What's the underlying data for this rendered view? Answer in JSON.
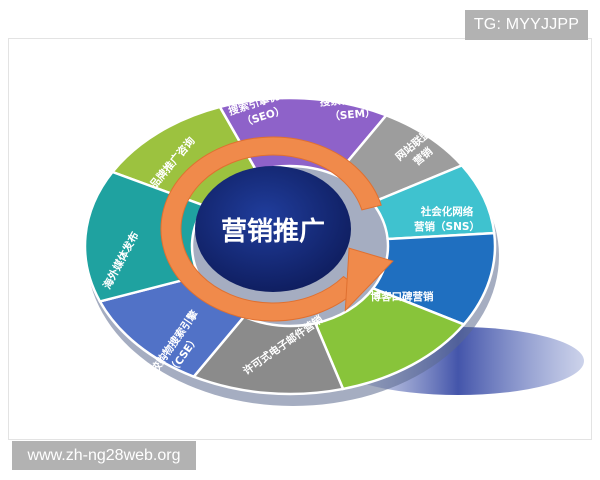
{
  "watermarks": {
    "top_right": "TG: MYYJJPP",
    "bottom_left": "www.zh-ng28web.org"
  },
  "diagram": {
    "center_label": "营销推广",
    "segments": [
      {
        "label": "搜索引擎优化\n（SEO）",
        "color": "#9cc23f"
      },
      {
        "label": "搜索付费营销\n（SEM）",
        "color": "#8e62c9"
      },
      {
        "label": "网站联盟\n营销",
        "color": "#9d9d9d"
      },
      {
        "label": "社会化网络\n营销（SNS）",
        "color": "#3fc2cf"
      },
      {
        "label": "博客口碑营销",
        "color": "#1f6fc0"
      },
      {
        "label": "许可式电子邮件营销",
        "color": "#88c43a"
      },
      {
        "label": "比较购物搜索引擎\n（CSE）",
        "color": "#8b8b8b"
      },
      {
        "label": "海外媒体发布",
        "color": "#5172c7"
      },
      {
        "label": "品牌推广咨询",
        "color": "#1fa2a0"
      }
    ],
    "colors": {
      "hub": "#152a78",
      "arrow": "#f08a4b",
      "shadow": "#2c3f9a"
    }
  }
}
